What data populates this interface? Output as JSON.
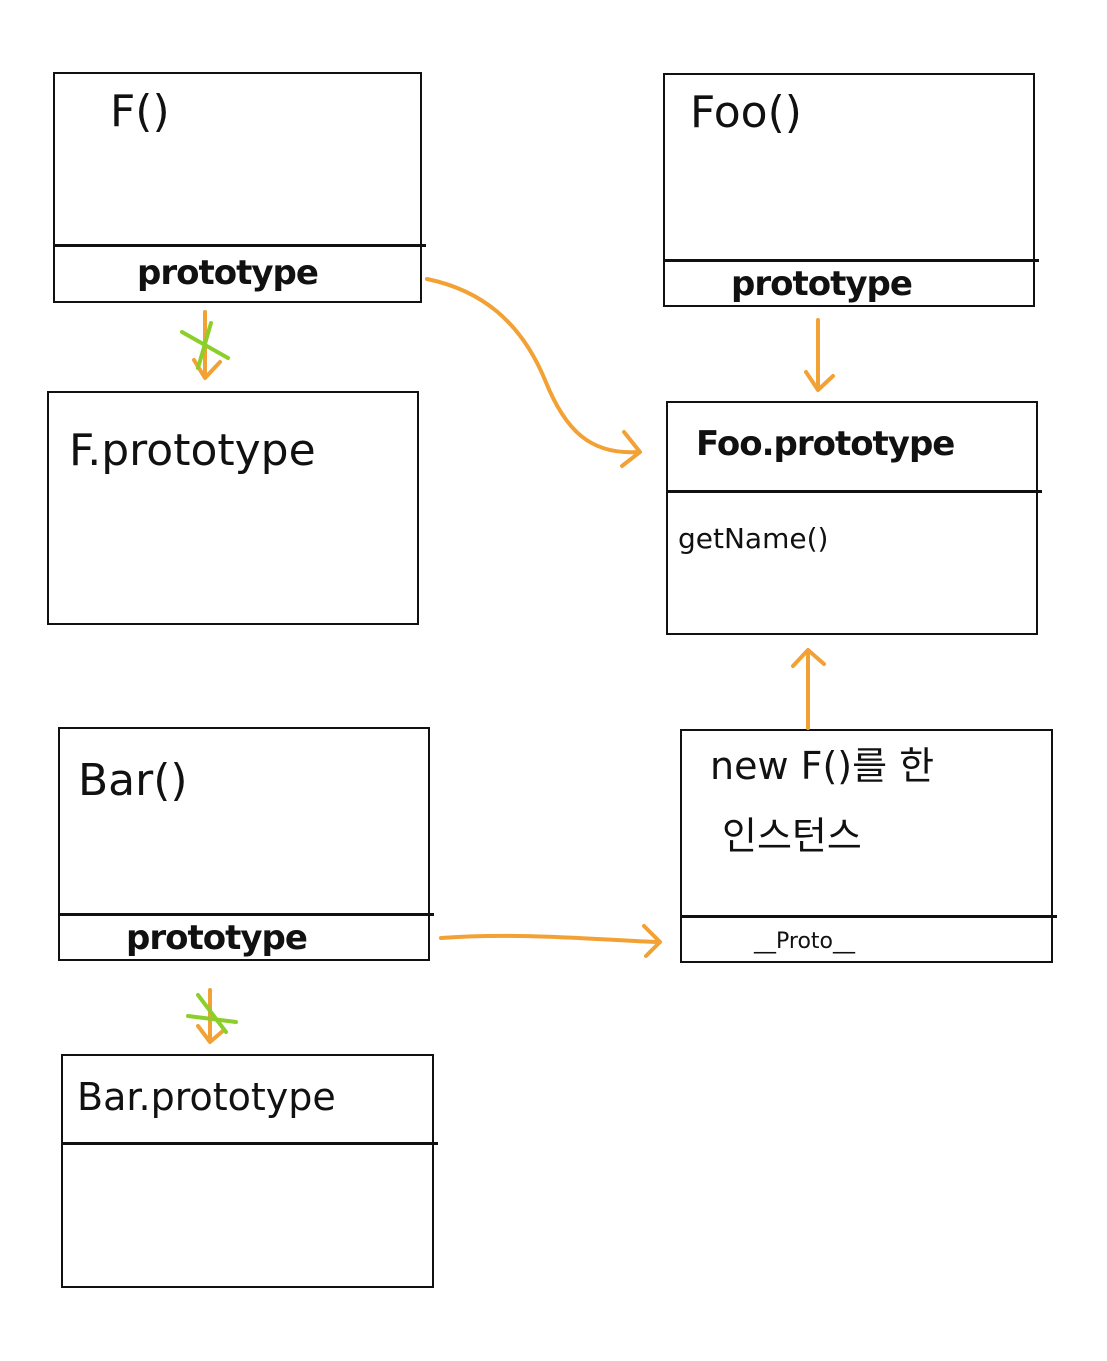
{
  "colors": {
    "ink": "#111111",
    "arrow": "#f2a134",
    "cross": "#8ccf2a"
  },
  "boxes": {
    "f_func": {
      "title": "F()",
      "section": "prototype"
    },
    "f_proto": {
      "title": "F.prototype"
    },
    "foo_func": {
      "title": "Foo()",
      "section": "prototype"
    },
    "foo_proto": {
      "title": "Foo.prototype",
      "method": "getName()"
    },
    "bar_func": {
      "title": "Bar()",
      "section": "prototype"
    },
    "bar_proto": {
      "title": "Bar.prototype"
    },
    "instance": {
      "title_line1": "new F()를 한",
      "title_line2": "인스턴스",
      "section": "__Proto__"
    }
  },
  "icons": {
    "arrow": "arrow-icon",
    "cross": "cross-mark-icon"
  }
}
